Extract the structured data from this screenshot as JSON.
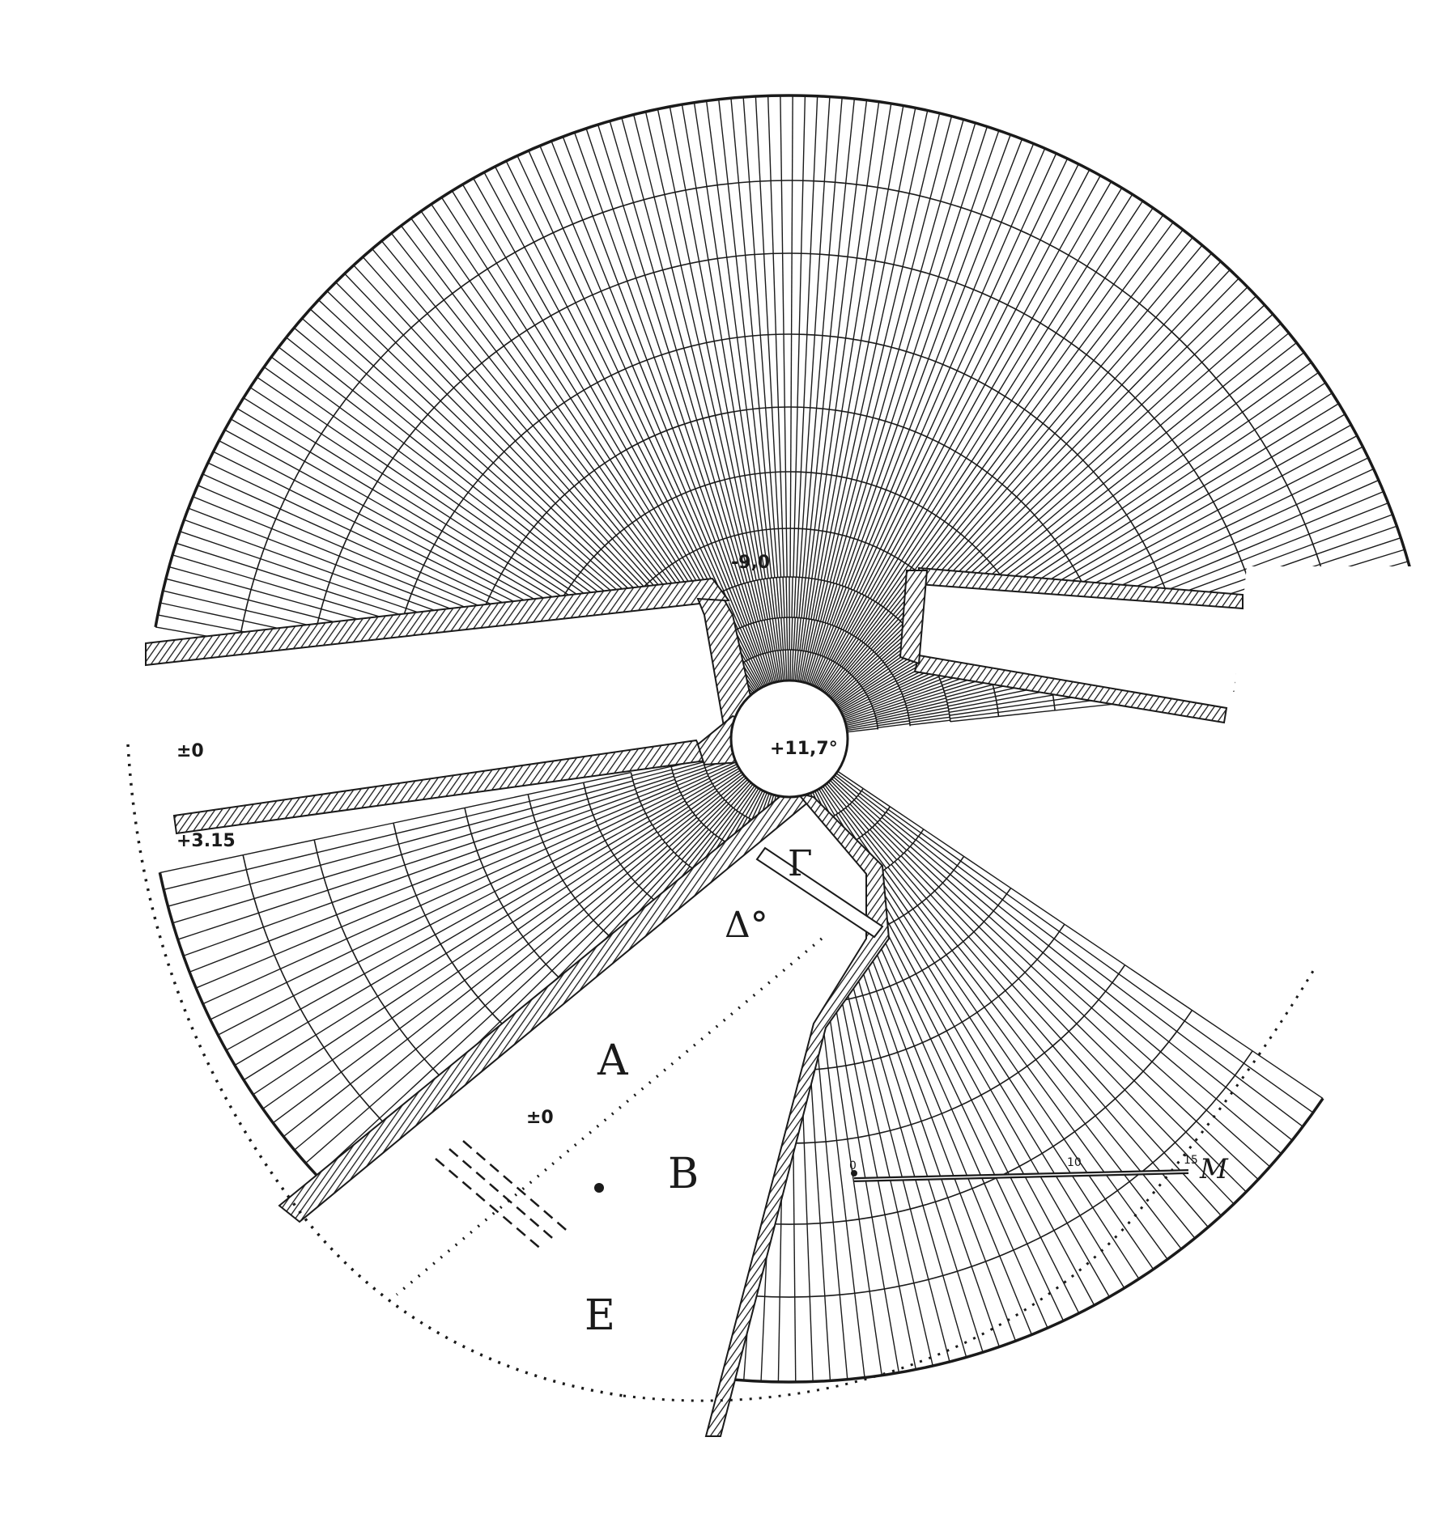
{
  "section_labels": {
    "A": "A",
    "B": "B",
    "Gamma": "Γ",
    "Delta": "Δ°",
    "E": "E"
  },
  "elevations": {
    "orchestra_center": "+11,7°",
    "upper_mark": "-9,0",
    "left_zero": "±0",
    "left_wall": "+3.15",
    "court_zero": "±0"
  },
  "scale_bar": {
    "start": "0",
    "mid": "10",
    "end": "15",
    "unit": "M"
  },
  "colors": {
    "ink": "#1a1a1a",
    "paper": "#ffffff"
  }
}
